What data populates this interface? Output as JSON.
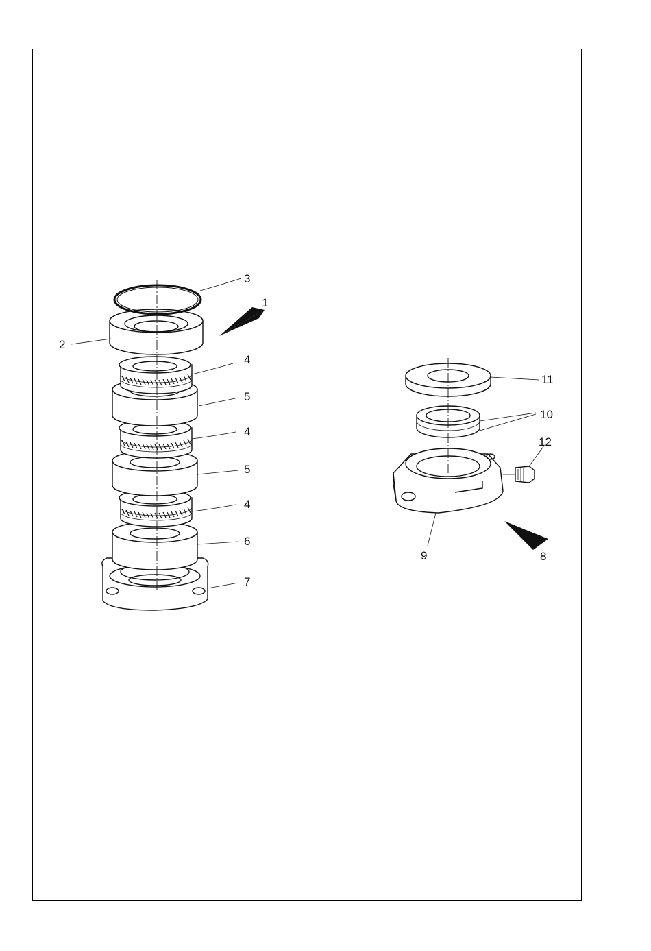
{
  "labels": {
    "l1": "1",
    "l2": "2",
    "l3": "3",
    "l4a": "4",
    "l4b": "4",
    "l4c": "4",
    "l5a": "5",
    "l5b": "5",
    "l6": "6",
    "l7": "7",
    "l8": "8",
    "l9": "9",
    "l10": "10",
    "l11": "11",
    "l12": "12"
  }
}
